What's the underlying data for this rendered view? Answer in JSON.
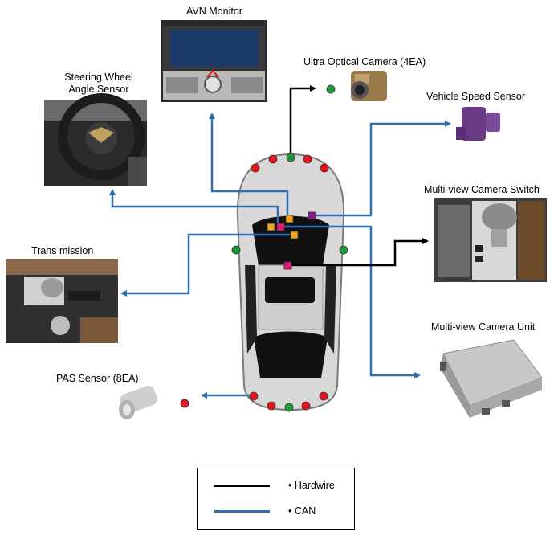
{
  "labels": {
    "avn_monitor": "AVN Monitor",
    "steering_line1": "Steering Wheel",
    "steering_line2": "Angle Sensor",
    "ultra_camera": "Ultra Optical Camera (4EA)",
    "vehicle_speed": "Vehicle Speed Sensor",
    "mv_switch": "Multi-view Camera Switch",
    "transmission": "Trans mission",
    "mv_unit": "Multi-view Camera Unit",
    "pas_sensor": "PAS Sensor (8EA)"
  },
  "legend": {
    "hardwire_label": "• Hardwire",
    "can_label": "• CAN"
  },
  "colors": {
    "hardwire": "#000000",
    "can": "#2e6db0",
    "sensor_red": "#e8141c",
    "sensor_green": "#1e9a3c",
    "connector_orange": "#f4a61a",
    "connector_pink": "#e8197a",
    "connector_purple": "#8a1a8a"
  }
}
